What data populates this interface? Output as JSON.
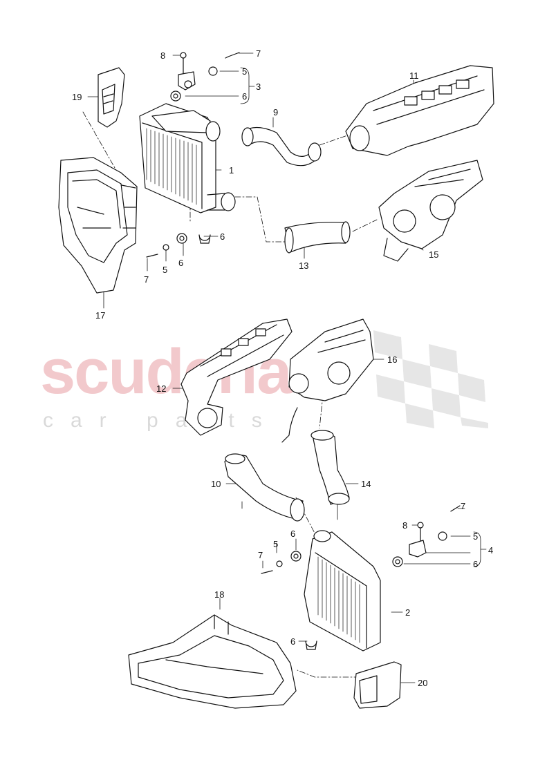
{
  "watermark": {
    "title": "scuderia",
    "subtitle": "car parts"
  },
  "callouts": {
    "c1": "1",
    "c2": "2",
    "c3": "3",
    "c4": "4",
    "c5a": "5",
    "c5b": "5",
    "c5c": "5",
    "c5d": "5",
    "c6a": "6",
    "c6b": "6",
    "c6c": "6",
    "c6d": "6",
    "c6e": "6",
    "c6f": "6",
    "c7a": "7",
    "c7b": "7",
    "c7c": "7",
    "c7d": "7",
    "c8a": "8",
    "c8b": "8",
    "c9": "9",
    "c10": "10",
    "c11": "11",
    "c12": "12",
    "c13": "13",
    "c14": "14",
    "c15": "15",
    "c16": "16",
    "c17": "17",
    "c18": "18",
    "c19": "19",
    "c20": "20"
  }
}
